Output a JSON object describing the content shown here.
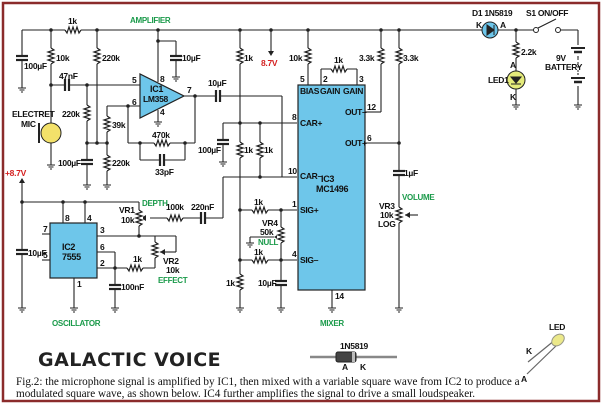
{
  "title": "GALACTIC VOICE",
  "caption": [
    "Fig.2: the microphone signal is amplified by IC1, then mixed with a variable square wave from IC2 to produce a",
    "modulated square wave, as shown below. IC4 further amplifies the signal to drive a small loudspeaker."
  ],
  "sections": {
    "amplifier": "AMPLIFIER",
    "oscillator": "OSCILLATOR",
    "mixer": "MIXER"
  },
  "supply": {
    "rail": "8.7V",
    "rail_in": "+8.7V",
    "battery_v": "9V",
    "battery": "BATTERY",
    "switch": "S1 ON/OFF",
    "diode": "D1 1N5819",
    "led": "LED1",
    "led_res": "2.2k"
  },
  "amp": {
    "ic_name": "IC1",
    "ic_part": "LM358",
    "pins": {
      "p5": "5",
      "p6": "6",
      "p8": "8",
      "p4": "4",
      "p7": "7"
    },
    "r_in": "1k",
    "r_mic": "10k",
    "c_rail": "100µF",
    "c_in": "47nF",
    "r_bias_top": "220k",
    "r_bias_bot": "220k",
    "mic1": "ELECTRET",
    "mic2": "MIC",
    "r_39k": "39k",
    "r_220k_b": "220k",
    "c_100": "100µF",
    "c_pin8": "10µF",
    "r_fb": "470k",
    "c_fb": "33pF",
    "c_out": "10µF"
  },
  "osc": {
    "ic_name": "IC2",
    "ic_part": "7555",
    "pins": {
      "p8": "8",
      "p4": "4",
      "p7": "7",
      "p5": "5",
      "p3": "3",
      "p6": "6",
      "p2": "2",
      "p1": "1"
    },
    "c_supply": "10µF",
    "vr1": "VR1",
    "vr1_val": "10k",
    "depth": "DEPTH",
    "r_100k": "100k",
    "c_220n": "220nF",
    "r_1k": "1k",
    "vr2": "VR2",
    "vr2_val": "10k",
    "effect": "EFFECT",
    "c_100n": "100nF"
  },
  "mixer": {
    "ic_name": "IC3",
    "ic_part": "MC1496",
    "pins": {
      "p5": "5",
      "p2": "2",
      "p3": "3",
      "p8": "8",
      "p10": "10",
      "p1": "1",
      "p4": "4",
      "p12": "12",
      "p6": "6",
      "p14": "14"
    },
    "pin_names": {
      "bias": "BIAS",
      "gain1": "GAIN",
      "gain2": "GAIN",
      "car_p": "CAR+",
      "car_m": "CAR–",
      "sig_p": "SIG+",
      "sig_m": "SIG–",
      "out_m": "OUT–",
      "out_p": "OUT+"
    },
    "r_top": "1k",
    "c_car": "100µF",
    "r_car1": "1k",
    "r_car2": "1k",
    "r_bias": "10k",
    "r_gain": "1k",
    "r_out1": "3.3k",
    "r_out2": "3.3k",
    "r_sig1": "1k",
    "r_sig2": "1k",
    "r_gnd": "1k",
    "vr4": "VR4",
    "vr4_val": "50k",
    "null": "NULL",
    "c_sig": "10µF",
    "c_out": "1µF",
    "vr3": "VR3",
    "vr3_val": "10k",
    "vr3_taper": "LOG",
    "volume": "VOLUME"
  },
  "parts": {
    "diode": "1N5819",
    "diode_a": "A",
    "diode_k": "K",
    "led": "LED",
    "led_k": "K",
    "led_a": "A",
    "d1_k": "K",
    "d1_a": "A",
    "led1_a": "A",
    "led1_k": "K"
  },
  "colors": {
    "frame": "#8b2b2b",
    "ic_fill": "#6ec6ea",
    "led_fill": "#e4ea7a",
    "mic_fill": "#f3e16a",
    "label_green": "#1a9a4a",
    "label_red": "#d42020"
  }
}
